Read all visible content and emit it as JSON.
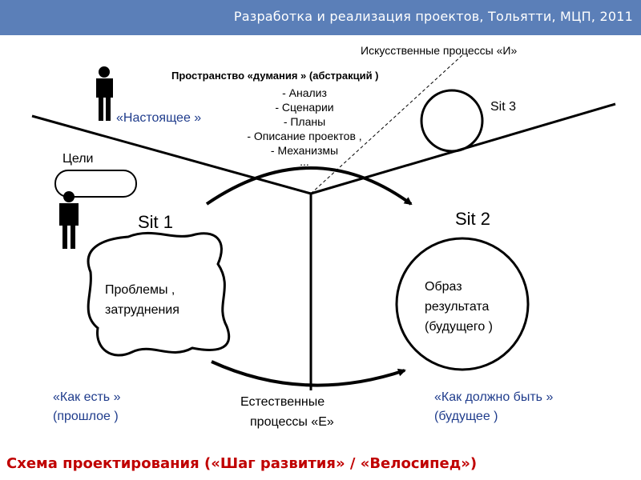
{
  "header": {
    "title": "Разработка и реализация проектов, Тольятти, МЦП, 2011",
    "background": "#5b7fb8",
    "text_color": "#ffffff"
  },
  "labels": {
    "artificial": "Искусственные процессы       «И»",
    "space_title": "Пространство  «думания » (абстракций )",
    "space_items": [
      "- Анализ",
      "- Сценарии",
      "- Планы",
      "- Описание проектов ,",
      "- Механизмы",
      "..."
    ],
    "present": "«Настоящее   »",
    "goals": "Цели",
    "sit3": "Sit 3",
    "sit1": "Sit  1",
    "sit2": "Sit  2",
    "problems": [
      "Проблемы  ,",
      "затруднения"
    ],
    "image_result": [
      "Образ",
      "результата",
      "(будущего   )"
    ],
    "as_is": [
      "«Как есть  »",
      "(прошлое  )"
    ],
    "natural": [
      "Естественные",
      "процессы    «Е»"
    ],
    "should_be": [
      "«Как должно быть    »",
      "(будущее  )"
    ]
  },
  "caption": {
    "text": "Схема проектирования («Шаг развития» / «Велосипед»)",
    "color": "#c00000"
  },
  "colors": {
    "accent_blue": "#1f3c8c",
    "line": "#000000"
  }
}
